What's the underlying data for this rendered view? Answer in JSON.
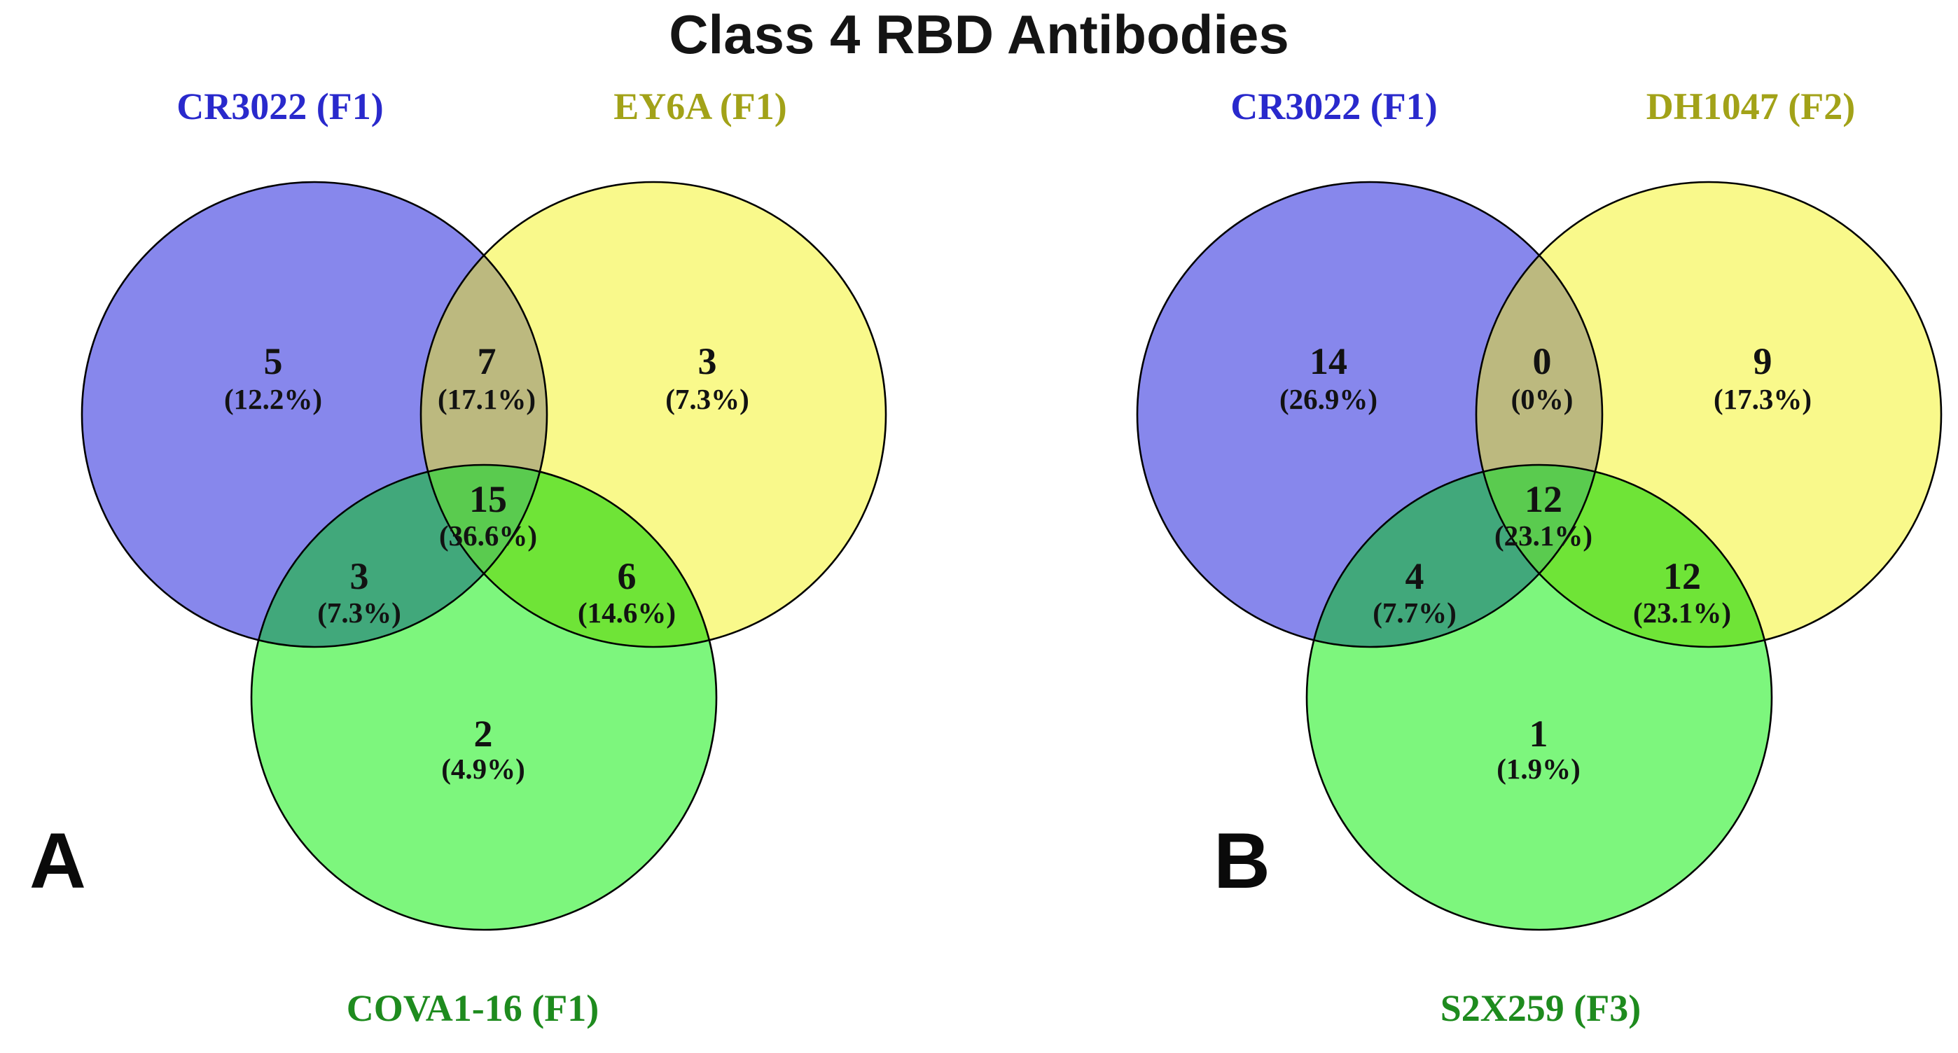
{
  "title": "Class 4 RBD Antibodies",
  "colors": {
    "set1_fill": "#8787EC",
    "set2_fill": "#F9F98B",
    "set3_fill": "#7DF67D",
    "overlap_12": "#BCB97F",
    "overlap_13": "#41A87B",
    "overlap_23": "#6FE437",
    "center": "#5ACB4F",
    "outline": "#000000"
  },
  "chart_data": [
    {
      "type": "venn",
      "panel_label": "A",
      "sets": [
        {
          "label": "CR3022 (F1)",
          "label_color": "#2929CC"
        },
        {
          "label": "EY6A (F1)",
          "label_color": "#A2A218"
        },
        {
          "label": "COVA1-16 (F1)",
          "label_color": "#1E8B1E"
        }
      ],
      "regions": {
        "set1_only": {
          "count": "5",
          "pct": "(12.2%)"
        },
        "set1_set2": {
          "count": "7",
          "pct": "(17.1%)"
        },
        "set2_only": {
          "count": "3",
          "pct": "(7.3%)"
        },
        "set1_set3": {
          "count": "3",
          "pct": "(7.3%)"
        },
        "set1_set2_set3": {
          "count": "15",
          "pct": "(36.6%)"
        },
        "set2_set3": {
          "count": "6",
          "pct": "(14.6%)"
        },
        "set3_only": {
          "count": "2",
          "pct": "(4.9%)"
        }
      }
    },
    {
      "type": "venn",
      "panel_label": "B",
      "sets": [
        {
          "label": "CR3022 (F1)",
          "label_color": "#2929CC"
        },
        {
          "label": "DH1047 (F2)",
          "label_color": "#A2A218"
        },
        {
          "label": "S2X259 (F3)",
          "label_color": "#1E8B1E"
        }
      ],
      "regions": {
        "set1_only": {
          "count": "14",
          "pct": "(26.9%)"
        },
        "set1_set2": {
          "count": "0",
          "pct": "(0%)"
        },
        "set2_only": {
          "count": "9",
          "pct": "(17.3%)"
        },
        "set1_set3": {
          "count": "4",
          "pct": "(7.7%)"
        },
        "set1_set2_set3": {
          "count": "12",
          "pct": "(23.1%)"
        },
        "set2_set3": {
          "count": "12",
          "pct": "(23.1%)"
        },
        "set3_only": {
          "count": "1",
          "pct": "(1.9%)"
        }
      }
    }
  ]
}
